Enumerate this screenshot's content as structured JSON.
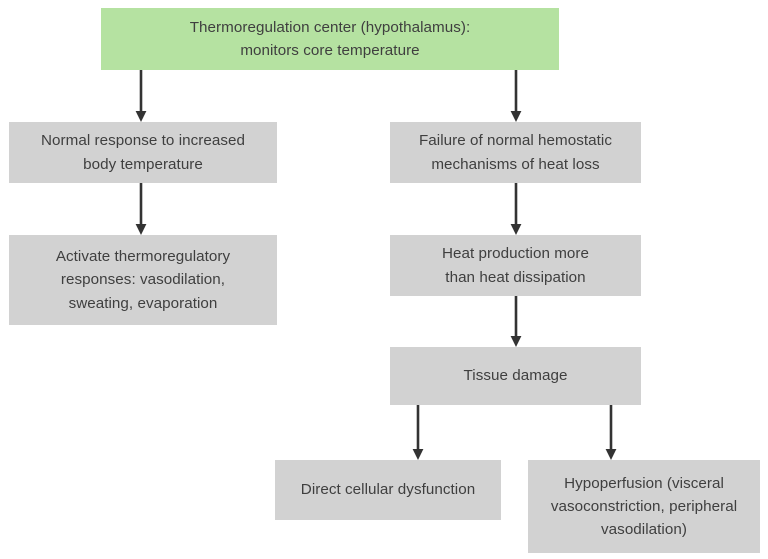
{
  "diagram": {
    "title": "Pathophysiology of heat-related illness flowchart",
    "background_color": "#ffffff",
    "colors": {
      "root_box": "#b5e2a1",
      "node_box": "#d2d2d2",
      "text": "#3f3f3f",
      "arrow": "#333333"
    },
    "nodes": [
      {
        "id": "thermoregulation-center",
        "label": "Thermoregulation center (hypothalamus):\nmonitors core temperature",
        "style": "green"
      },
      {
        "id": "normal-response",
        "label": "Normal response to increased\nbody temperature",
        "style": "gray"
      },
      {
        "id": "failure-hemostatic",
        "label": "Failure of normal hemostatic\nmechanisms of heat loss",
        "style": "gray"
      },
      {
        "id": "activate-thermoregulatory",
        "label": "Activate thermoregulatory\nresponses: vasodilation,\nsweating, evaporation",
        "style": "gray"
      },
      {
        "id": "heat-production",
        "label": "Heat production more\nthan heat dissipation",
        "style": "gray"
      },
      {
        "id": "tissue-damage",
        "label": "Tissue damage",
        "style": "gray"
      },
      {
        "id": "direct-cellular-dysfunction",
        "label": "Direct cellular dysfunction",
        "style": "gray"
      },
      {
        "id": "hypoperfusion",
        "label": "Hypoperfusion (visceral\nvasoconstriction, peripheral\nvasodilation)",
        "style": "gray"
      }
    ],
    "edges": [
      {
        "id": "edge-center-to-normal-response",
        "from": "thermoregulation-center",
        "to": "normal-response"
      },
      {
        "id": "edge-center-to-failure",
        "from": "thermoregulation-center",
        "to": "failure-hemostatic"
      },
      {
        "id": "edge-normal-response-to-activate",
        "from": "normal-response",
        "to": "activate-thermoregulatory"
      },
      {
        "id": "edge-failure-to-heat-production",
        "from": "failure-hemostatic",
        "to": "heat-production"
      },
      {
        "id": "edge-heat-production-to-tissue-damage",
        "from": "heat-production",
        "to": "tissue-damage"
      },
      {
        "id": "edge-tissue-damage-to-direct-cellular",
        "from": "tissue-damage",
        "to": "direct-cellular-dysfunction"
      },
      {
        "id": "edge-tissue-damage-to-hypoperfusion",
        "from": "tissue-damage",
        "to": "hypoperfusion"
      }
    ]
  }
}
